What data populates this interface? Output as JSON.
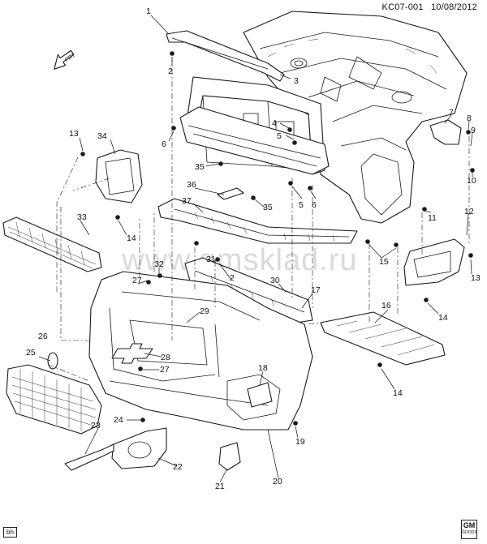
{
  "header": {
    "code": "KC07-001",
    "date": "10/08/2012"
  },
  "front_arrow_label": "FRT",
  "watermark": "www.gmsklad.ru",
  "corner_tag": "bh",
  "brand_logo": {
    "text": "GM",
    "subtext": "GOODS"
  },
  "callouts": [
    "1",
    "2",
    "3",
    "4",
    "5",
    "5",
    "6",
    "6",
    "7",
    "8",
    "9",
    "10",
    "11",
    "12",
    "13",
    "13",
    "14",
    "14",
    "14",
    "15",
    "16",
    "17",
    "18",
    "19",
    "20",
    "21",
    "22",
    "23",
    "24",
    "25",
    "26",
    "27",
    "27",
    "28",
    "29",
    "30",
    "31",
    "32",
    "33",
    "34",
    "35",
    "35",
    "36",
    "37",
    "2"
  ]
}
